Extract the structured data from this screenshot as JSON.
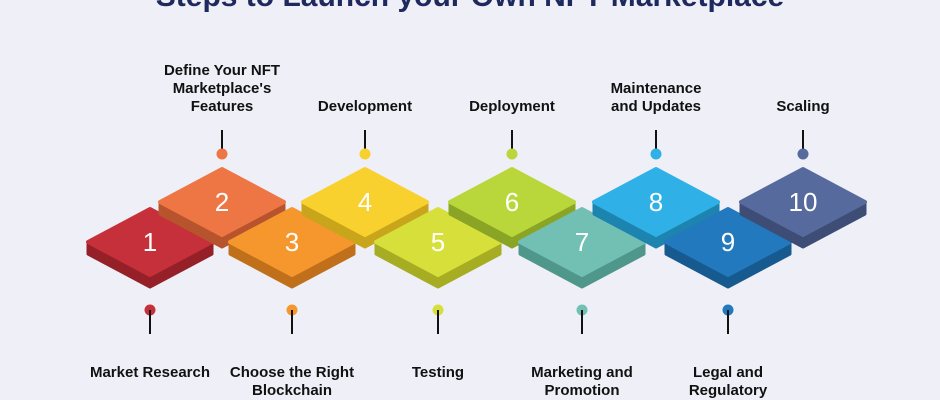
{
  "title": "Steps to Launch your Own NFT Marketplace",
  "steps": [
    {
      "number": "1",
      "label": [
        "Market Research"
      ],
      "color": "#c6303a",
      "side": "dark:#962028"
    },
    {
      "number": "2",
      "label": [
        "Define Your NFT",
        "Marketplace's",
        "Features"
      ],
      "color": "#ee7645",
      "side": "dark:#b8542d"
    },
    {
      "number": "3",
      "label": [
        "Choose the Right",
        "Blockchain"
      ],
      "color": "#f5972c",
      "side": "dark:#c0701a"
    },
    {
      "number": "4",
      "label": [
        "Development"
      ],
      "color": "#f9d12e",
      "side": "dark:#c9a51b"
    },
    {
      "number": "5",
      "label": [
        "Testing"
      ],
      "color": "#d7e03a",
      "side": "dark:#a6ad22"
    },
    {
      "number": "6",
      "label": [
        "Deployment"
      ],
      "color": "#b9d73b",
      "side": "dark:#8aa526"
    },
    {
      "number": "7",
      "label": [
        "Marketing and",
        "Promotion"
      ],
      "color": "#72c0b4",
      "side": "dark:#4f968b"
    },
    {
      "number": "8",
      "label": [
        "Maintenance",
        "and Updates"
      ],
      "color": "#2fb0e6",
      "side": "dark:#1d84b0"
    },
    {
      "number": "9",
      "label": [
        "Legal and",
        "Regulatory"
      ],
      "color": "#2279bd",
      "side": "dark:#175a8f"
    },
    {
      "number": "10",
      "label": [
        "Scaling"
      ],
      "color": "#566a9d",
      "side": "dark:#3d4d76"
    }
  ]
}
